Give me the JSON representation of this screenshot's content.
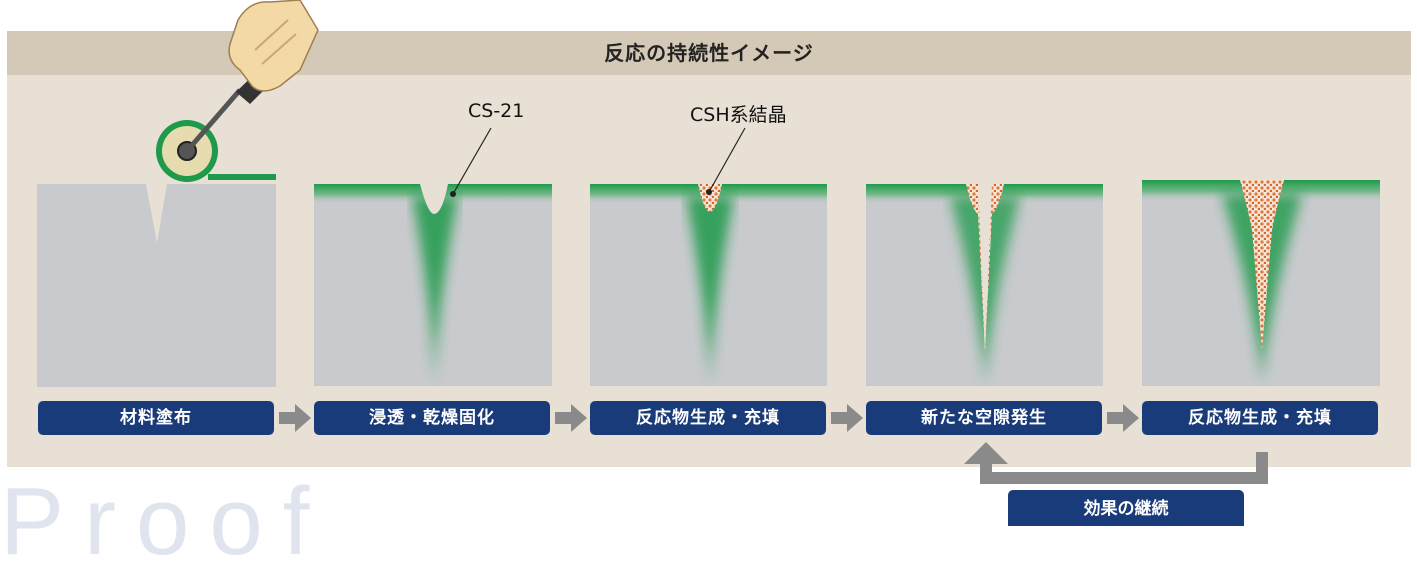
{
  "diagram": {
    "title": "反応の持続性イメージ",
    "callouts": {
      "material": "CS-21",
      "crystal": "CSH系結晶"
    },
    "steps": [
      {
        "label": "材料塗布"
      },
      {
        "label": "浸透・乾燥固化"
      },
      {
        "label": "反応物生成・充填"
      },
      {
        "label": "新たな空隙発生"
      },
      {
        "label": "反応物生成・充填"
      }
    ],
    "loop_label": "効果の継続",
    "watermark": "Proof",
    "colors": {
      "panel": "#e8e0d4",
      "header": "#d4c9b7",
      "concrete": "#c8cacd",
      "coating_green": "#1e9a4a",
      "label_navy": "#1a3b79",
      "arrow_gray": "#8a8a8a",
      "crystal_orange": "#e07a3c"
    },
    "icons": [
      "hand-roller-icon",
      "arrow-right-icon",
      "arrow-up-icon"
    ]
  }
}
